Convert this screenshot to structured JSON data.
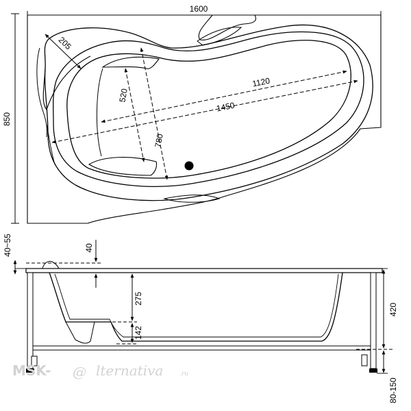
{
  "top_view": {
    "width_label": "1600",
    "depth_label": "850",
    "headrest_label": "205",
    "inner_length_label": "1450",
    "inner_length_short_label": "1120",
    "inner_width_label": "780",
    "inner_width_short_label": "520"
  },
  "side_view": {
    "rim_label": "40~55",
    "lip_label": "40",
    "depth_label": "275",
    "seat_label": "142",
    "height_label": "420",
    "legs_label": "80-150"
  },
  "watermark": {
    "prefix": "MSK-",
    "at_sign": "@",
    "suffix": "lternativa",
    "tld": ".ru"
  }
}
